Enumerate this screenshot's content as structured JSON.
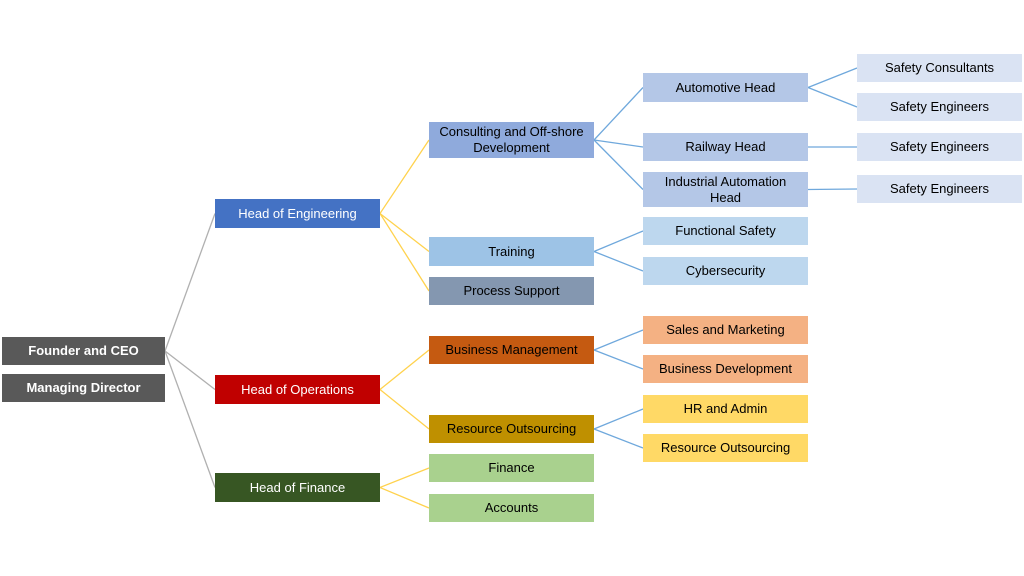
{
  "org_chart": {
    "nodes": [
      {
        "id": "ceo",
        "label": "Founder and CEO",
        "fill": "#595959",
        "text": "#ffffff",
        "bold": true
      },
      {
        "id": "md",
        "label": "Managing Director",
        "fill": "#595959",
        "text": "#ffffff",
        "bold": true
      },
      {
        "id": "eng",
        "label": "Head of Engineering",
        "fill": "#4472c4",
        "text": "#ffffff"
      },
      {
        "id": "ops",
        "label": "Head of Operations",
        "fill": "#c00000",
        "text": "#ffffff"
      },
      {
        "id": "fin",
        "label": "Head of Finance",
        "fill": "#375623",
        "text": "#ffffff"
      },
      {
        "id": "cod",
        "label": "Consulting and Off-shore Development",
        "fill": "#8faadc",
        "text": "#000000"
      },
      {
        "id": "training",
        "label": "Training",
        "fill": "#9dc3e6",
        "text": "#000000"
      },
      {
        "id": "process",
        "label": "Process Support",
        "fill": "#8497b0",
        "text": "#000000"
      },
      {
        "id": "busmgmt",
        "label": "Business Management",
        "fill": "#c55a11",
        "text": "#000000"
      },
      {
        "id": "resout",
        "label": "Resource Outsourcing",
        "fill": "#bf9000",
        "text": "#000000"
      },
      {
        "id": "finance",
        "label": "Finance",
        "fill": "#a9d18e",
        "text": "#000000"
      },
      {
        "id": "accounts",
        "label": "Accounts",
        "fill": "#a9d18e",
        "text": "#000000"
      },
      {
        "id": "auto",
        "label": "Automotive Head",
        "fill": "#b4c7e7",
        "text": "#000000"
      },
      {
        "id": "rail",
        "label": "Railway Head",
        "fill": "#b4c7e7",
        "text": "#000000"
      },
      {
        "id": "ind",
        "label": "Industrial Automation Head",
        "fill": "#b4c7e7",
        "text": "#000000"
      },
      {
        "id": "funcsafe",
        "label": "Functional Safety",
        "fill": "#bdd7ee",
        "text": "#000000"
      },
      {
        "id": "cyber",
        "label": "Cybersecurity",
        "fill": "#bdd7ee",
        "text": "#000000"
      },
      {
        "id": "sales",
        "label": "Sales and Marketing",
        "fill": "#f4b183",
        "text": "#000000"
      },
      {
        "id": "busdev",
        "label": "Business Development",
        "fill": "#f4b183",
        "text": "#000000"
      },
      {
        "id": "hr",
        "label": "HR and Admin",
        "fill": "#ffd966",
        "text": "#000000"
      },
      {
        "id": "resout2",
        "label": "Resource Outsourcing",
        "fill": "#ffd966",
        "text": "#000000"
      },
      {
        "id": "sc1",
        "label": "Safety Consultants",
        "fill": "#dae3f3",
        "text": "#000000"
      },
      {
        "id": "se1",
        "label": "Safety Engineers",
        "fill": "#dae3f3",
        "text": "#000000"
      },
      {
        "id": "se2",
        "label": "Safety Engineers",
        "fill": "#dae3f3",
        "text": "#000000"
      },
      {
        "id": "se3",
        "label": "Safety Engineers",
        "fill": "#dae3f3",
        "text": "#000000"
      }
    ],
    "edges": [
      {
        "from": "ceo",
        "to": "eng",
        "color": "#b0b0b0"
      },
      {
        "from": "ceo",
        "to": "ops",
        "color": "#b0b0b0"
      },
      {
        "from": "ceo",
        "to": "fin",
        "color": "#b0b0b0"
      },
      {
        "from": "eng",
        "to": "cod",
        "color": "#ffd24d"
      },
      {
        "from": "eng",
        "to": "training",
        "color": "#ffd24d"
      },
      {
        "from": "eng",
        "to": "process",
        "color": "#ffd24d"
      },
      {
        "from": "ops",
        "to": "busmgmt",
        "color": "#ffd24d"
      },
      {
        "from": "ops",
        "to": "resout",
        "color": "#ffd24d"
      },
      {
        "from": "fin",
        "to": "finance",
        "color": "#ffd24d"
      },
      {
        "from": "fin",
        "to": "accounts",
        "color": "#ffd24d"
      },
      {
        "from": "cod",
        "to": "auto",
        "color": "#6fa8dc"
      },
      {
        "from": "cod",
        "to": "rail",
        "color": "#6fa8dc"
      },
      {
        "from": "cod",
        "to": "ind",
        "color": "#6fa8dc"
      },
      {
        "from": "training",
        "to": "funcsafe",
        "color": "#6fa8dc"
      },
      {
        "from": "training",
        "to": "cyber",
        "color": "#6fa8dc"
      },
      {
        "from": "busmgmt",
        "to": "sales",
        "color": "#6fa8dc"
      },
      {
        "from": "busmgmt",
        "to": "busdev",
        "color": "#6fa8dc"
      },
      {
        "from": "resout",
        "to": "hr",
        "color": "#6fa8dc"
      },
      {
        "from": "resout",
        "to": "resout2",
        "color": "#6fa8dc"
      },
      {
        "from": "auto",
        "to": "sc1",
        "color": "#6fa8dc"
      },
      {
        "from": "auto",
        "to": "se1",
        "color": "#6fa8dc"
      },
      {
        "from": "rail",
        "to": "se2",
        "color": "#6fa8dc"
      },
      {
        "from": "ind",
        "to": "se3",
        "color": "#6fa8dc"
      }
    ]
  }
}
